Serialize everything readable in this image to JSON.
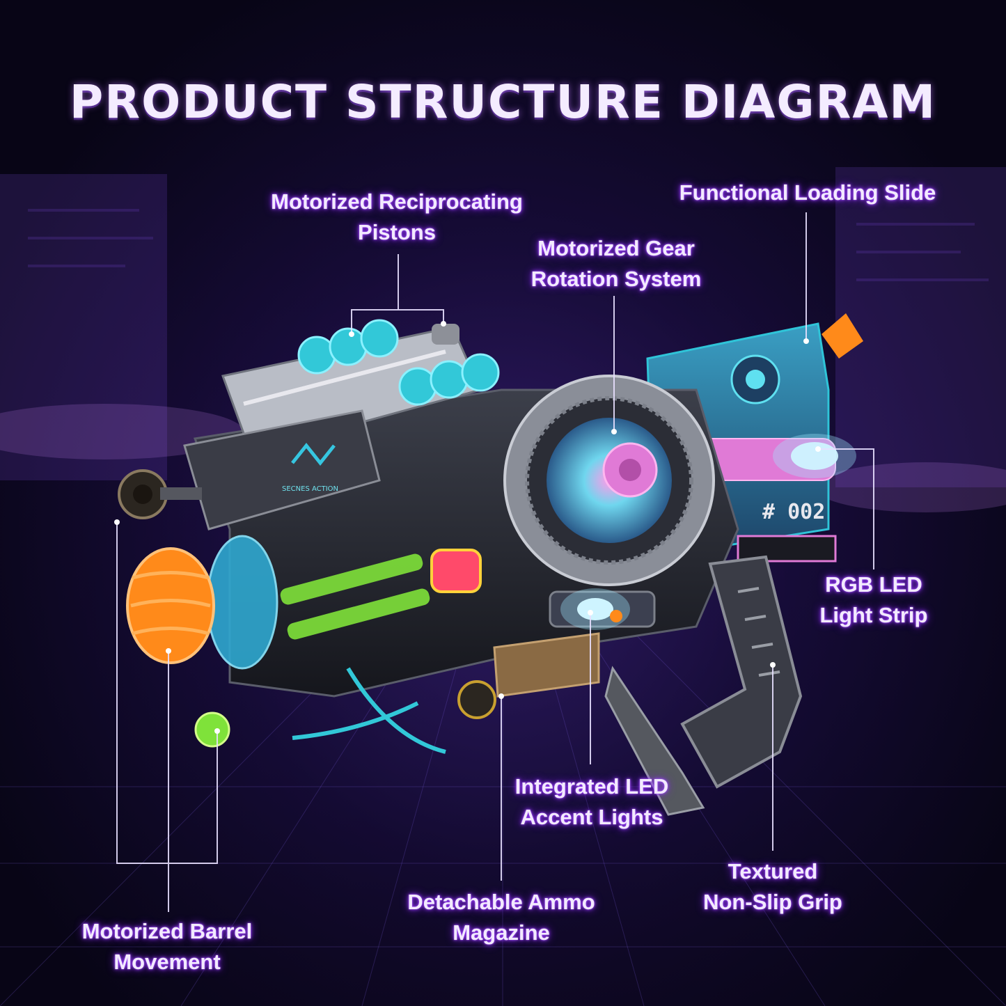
{
  "title": "PRODUCT STRUCTURE DIAGRAM",
  "labels": {
    "pistons": "Motorized Reciprocating\nPistons",
    "gear": "Motorized Gear\nRotation System",
    "slide": "Functional Loading Slide",
    "rgb": "RGB LED\nLight Strip",
    "barrel": "Motorized Barrel\nMovement",
    "magazine": "Detachable Ammo\nMagazine",
    "accent": "Integrated LED\nAccent Lights",
    "grip": "Textured\nNon-Slip Grip"
  },
  "product_marks": {
    "brand": "SECNES ACTION",
    "model_number": "# 002"
  },
  "colors": {
    "background": "#0a0718",
    "label_glow": "#9b3cff",
    "leader_line": "#e8e0ff",
    "accent_teal": "#2fc4d8",
    "accent_pink": "#e07ad6",
    "accent_orange": "#ff8a1a",
    "accent_green": "#7fe23a"
  }
}
